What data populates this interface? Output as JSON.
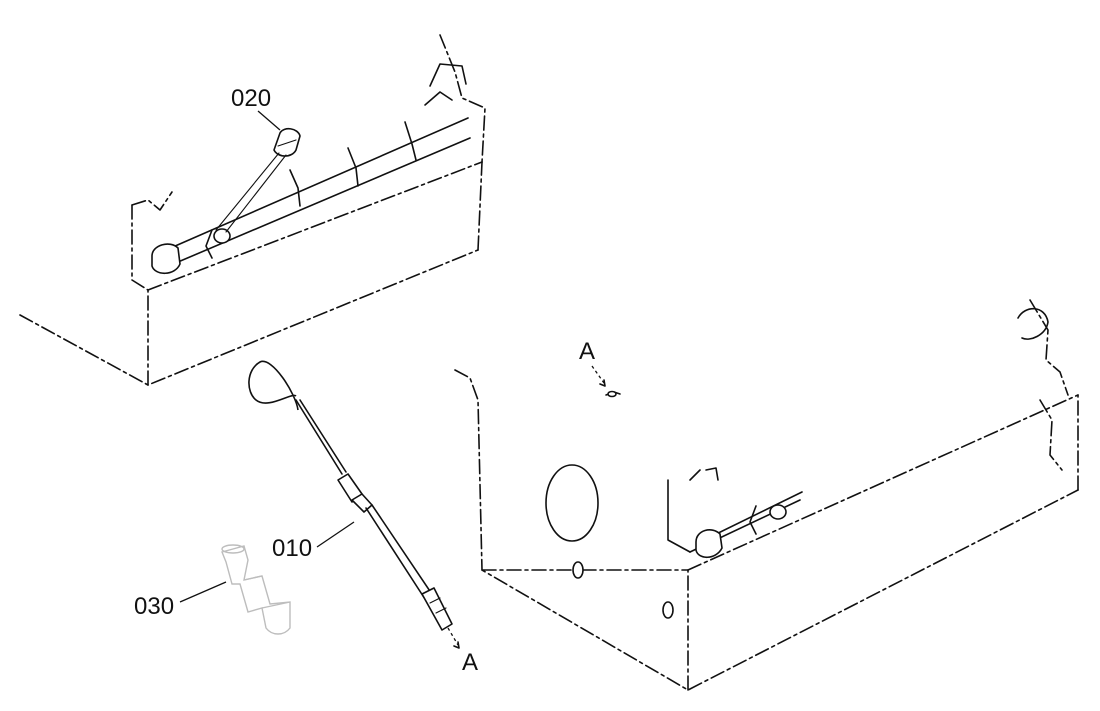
{
  "callouts": {
    "part_020": "020",
    "part_010": "010",
    "part_030": "030",
    "ref_a_top": "A",
    "ref_a_bottom": "A"
  },
  "colors": {
    "line": "#111111",
    "ghost_part": "#bdbdbd",
    "background": "#ffffff"
  }
}
